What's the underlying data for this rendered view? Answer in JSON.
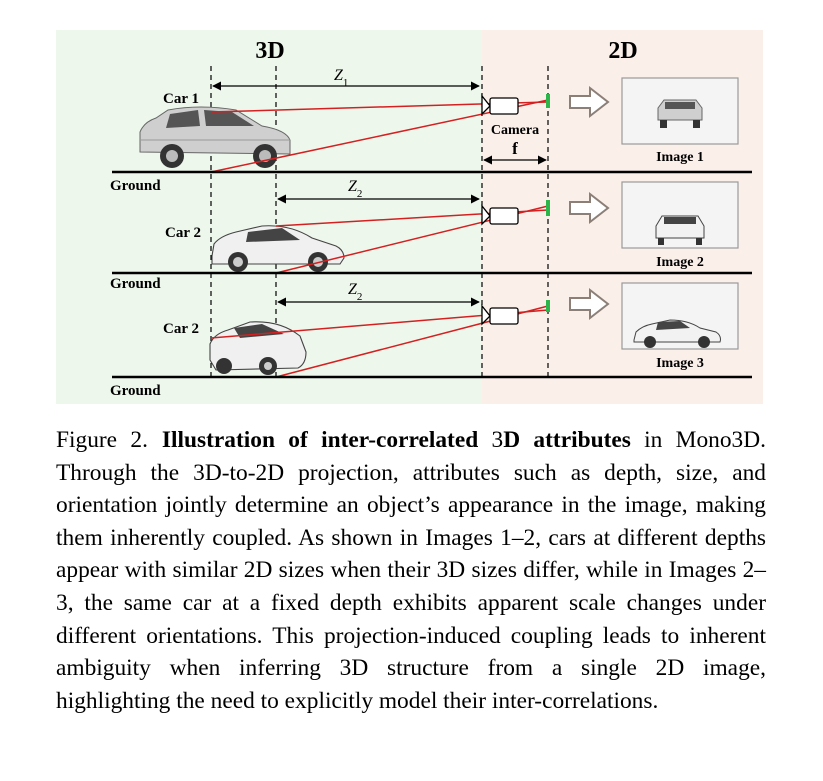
{
  "figure": {
    "header_3d": "3D",
    "header_2d": "2D",
    "camera_label": "Camera",
    "focal_label": "f",
    "panels": [
      {
        "car_label": "Car 1",
        "depth_label": "Z",
        "depth_sub": "1",
        "ground_label": "Ground",
        "image_label": "Image 1"
      },
      {
        "car_label": "Car 2",
        "depth_label": "Z",
        "depth_sub": "2",
        "ground_label": "Ground",
        "image_label": "Image 2"
      },
      {
        "car_label": "Car 2",
        "depth_label": "Z",
        "depth_sub": "2",
        "ground_label": "Ground",
        "image_label": "Image 3"
      }
    ],
    "colors": {
      "left_bg": "#eef7ec",
      "right_bg": "#fbefea",
      "ray": "#d42020",
      "sensor": "#2bb54b",
      "arrow": "#8c7f78"
    }
  },
  "caption": {
    "label": "Figure 2.",
    "bold_1": "Illustration of inter-correlated ",
    "plain_1": "3",
    "bold_2": "D attributes",
    "rest": " in Mono3D. Through the 3D-to-2D projection, attributes such as depth, size, and orientation jointly determine an object’s appearance in the image, making them inherently coupled. As shown in Images 1–2, cars at different depths appear with similar 2D sizes when their 3D sizes differ, while in Images 2–3, the same car at a fixed depth exhibits apparent scale changes under different orientations. This projection-induced coupling leads to inherent ambiguity when inferring 3D structure from a single 2D image, highlighting the need to explicitly model their inter-correlations."
  }
}
